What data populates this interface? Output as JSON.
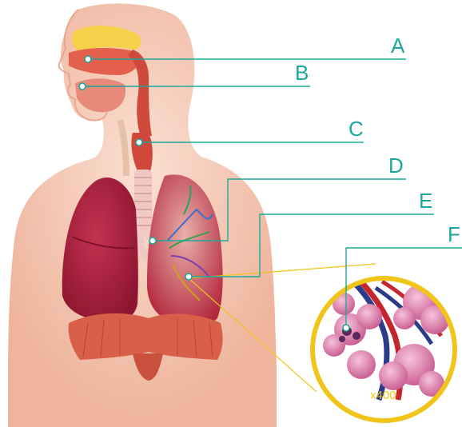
{
  "labels": {
    "a": "A",
    "b": "B",
    "c": "C",
    "d": "D",
    "e": "E",
    "f": "F"
  },
  "magnification": "x400",
  "colors": {
    "leader_line": "#1aa89c",
    "label_text": "#1aa89c",
    "magnifier_ring": "#f0c419",
    "magnification_text": "#f0c419",
    "skin": "#f6cdb8",
    "lung": "#b0203a",
    "muscle": "#d8604a",
    "alveoli": "#e886b4"
  }
}
